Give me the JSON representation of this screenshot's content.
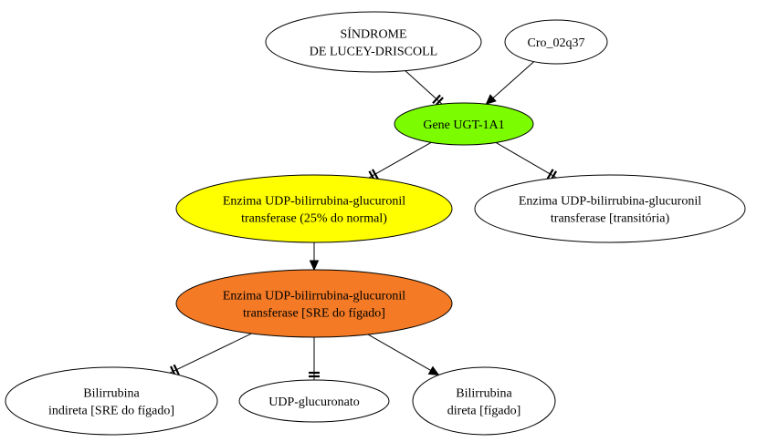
{
  "nodes": {
    "sindrome": {
      "lines": [
        "SÍNDROME",
        "DE LUCEY-DRISCOLL"
      ],
      "fill": "#ffffff"
    },
    "cro": {
      "lines": [
        "Cro_02q37"
      ],
      "fill": "#ffffff"
    },
    "gene": {
      "lines": [
        "Gene UGT-1A1"
      ],
      "fill": "#7cfc00"
    },
    "enzima25": {
      "lines": [
        "Enzima UDP-bilirrubina-glucuronil",
        "transferase (25% do normal)"
      ],
      "fill": "#ffff00"
    },
    "enzima_trans": {
      "lines": [
        "Enzima UDP-bilirrubina-glucuronil",
        "transferase [transitória)"
      ],
      "fill": "#ffffff"
    },
    "enzima_sre": {
      "lines": [
        "Enzima UDP-bilirrubina-glucuronil",
        "transferase [SRE do fígado]"
      ],
      "fill": "#f47a25"
    },
    "bil_indireta": {
      "lines": [
        "Bilirrubina",
        "indireta [SRE do fígado]"
      ],
      "fill": "#ffffff"
    },
    "udp": {
      "lines": [
        "UDP-glucuronato"
      ],
      "fill": "#ffffff"
    },
    "bil_direta": {
      "lines": [
        "Bilirrubina",
        "direta [fígado]"
      ],
      "fill": "#ffffff"
    }
  },
  "edges": [
    {
      "from": "sindrome",
      "to": "gene",
      "marker": "tee"
    },
    {
      "from": "cro",
      "to": "gene",
      "marker": "arrow"
    },
    {
      "from": "gene",
      "to": "enzima25",
      "marker": "tee"
    },
    {
      "from": "gene",
      "to": "enzima_trans",
      "marker": "tee"
    },
    {
      "from": "enzima25",
      "to": "enzima_sre",
      "marker": "arrow"
    },
    {
      "from": "enzima_sre",
      "to": "bil_indireta",
      "marker": "tee"
    },
    {
      "from": "enzima_sre",
      "to": "udp",
      "marker": "tee"
    },
    {
      "from": "enzima_sre",
      "to": "bil_direta",
      "marker": "arrow"
    }
  ]
}
